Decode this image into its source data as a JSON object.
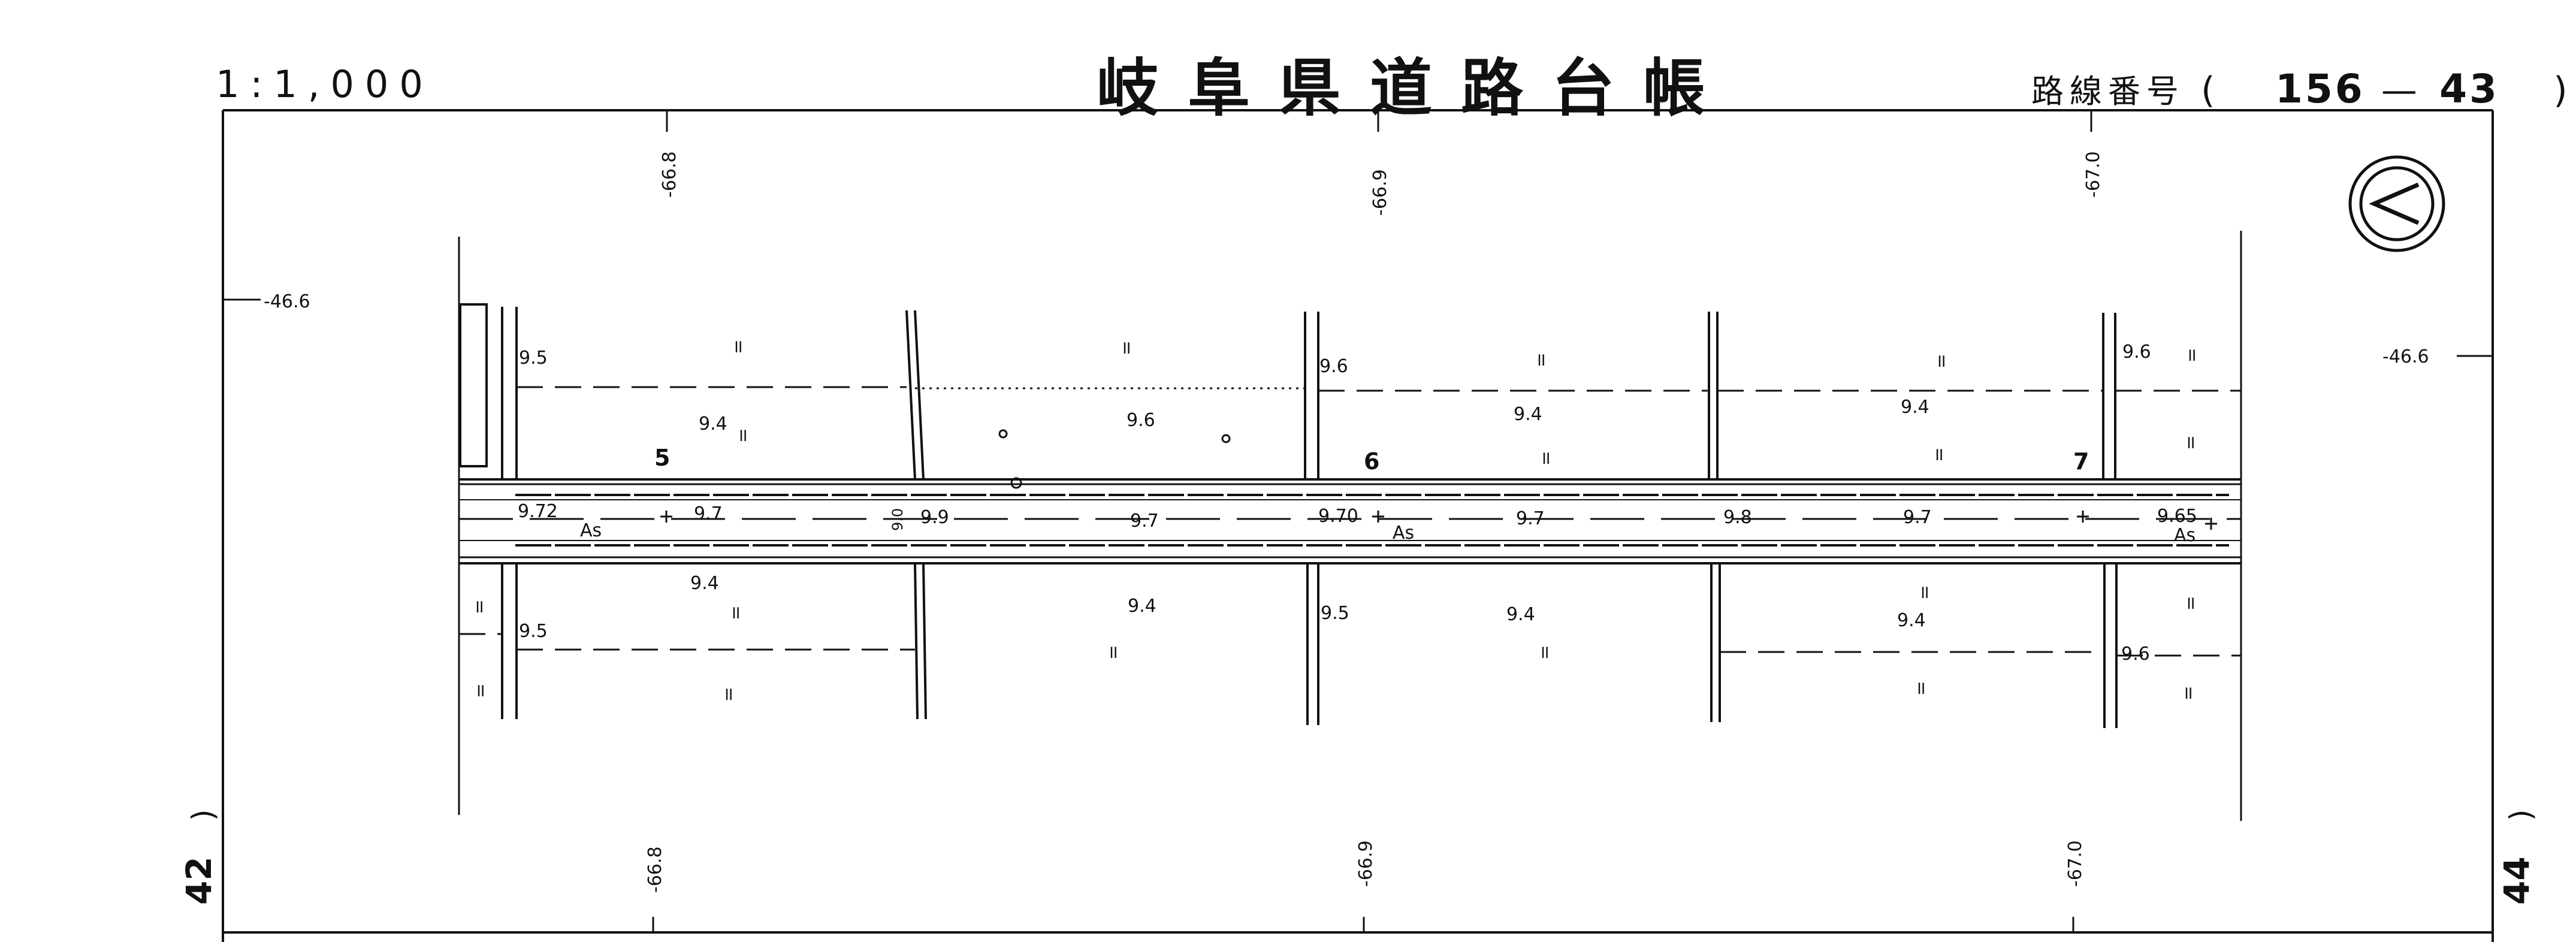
{
  "header": {
    "scale": "1:1,000",
    "title": "岐阜県道路台帳",
    "route_label": "路線番号",
    "route_open": "(",
    "route_number": "156",
    "route_dash": "—",
    "sheet_number": "43",
    "route_close": ")"
  },
  "grid_labels": {
    "top_x": [
      "-66.8",
      "-66.9",
      "-67.0"
    ],
    "bottom_x": [
      "-66.8",
      "-66.9",
      "-67.0"
    ],
    "left_y": "-46.6",
    "right_y": "-46.6"
  },
  "adjacent_sheets": {
    "left": "42",
    "right": "44",
    "paren": ")"
  },
  "north_arrow": "north-arrow",
  "section_numbers": [
    "5",
    "6",
    "7"
  ],
  "surface_labels": [
    "As",
    "As",
    "As"
  ],
  "elevations": {
    "upper_edge": [
      "9.5",
      "9.6",
      "9.6"
    ],
    "upper_mid": [
      "9.4",
      "9.6",
      "9.4",
      "9.4"
    ],
    "road_center": [
      "9.72",
      "9.7",
      "9.9",
      "9.7",
      "9.70",
      "9.7",
      "9.8",
      "9.7",
      "9.65"
    ],
    "lower_mid": [
      "9.4",
      "9.4",
      "9.4",
      "9.4"
    ],
    "lower_edge": [
      "9.5",
      "9.5",
      "9.6"
    ],
    "vertical_small": "9.0"
  },
  "field_mark": "॥"
}
